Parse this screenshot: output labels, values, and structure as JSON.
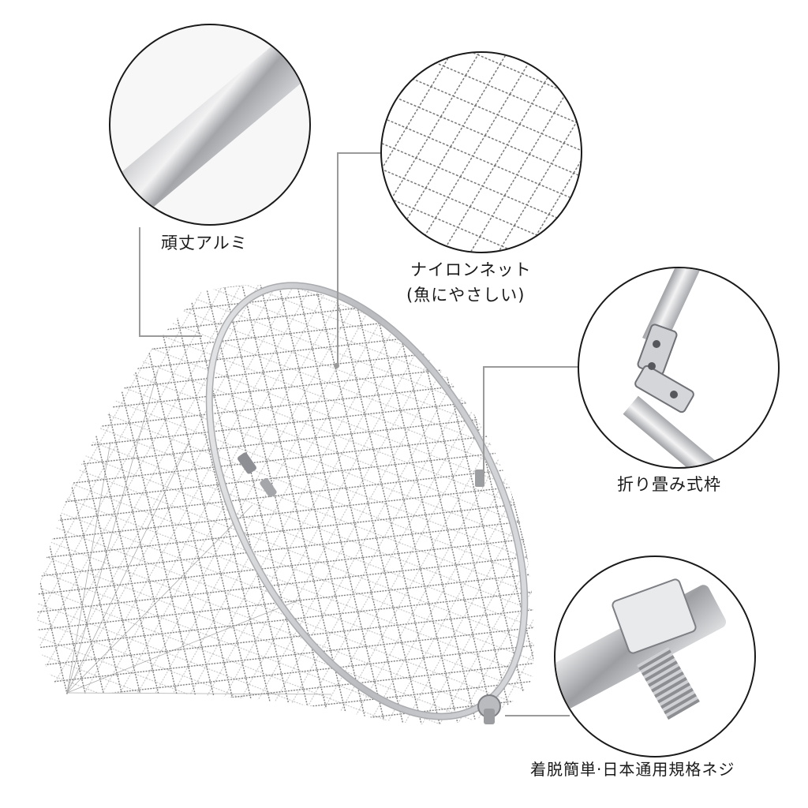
{
  "callouts": {
    "aluminum": {
      "label": "頑丈アルミ"
    },
    "nylon_net": {
      "label_line1": "ナイロンネット",
      "label_line2": "(魚にやさしい)"
    },
    "folding_frame": {
      "label": "折り畳み式枠"
    },
    "screw": {
      "label": "着脱簡単·日本通用規格ネジ"
    }
  },
  "colors": {
    "line": "#9a9a9a",
    "circle_border": "#1a1a1a",
    "metal_light": "#e8e8ea",
    "metal_dark": "#8d8f94",
    "net": "#6f6f6f"
  }
}
